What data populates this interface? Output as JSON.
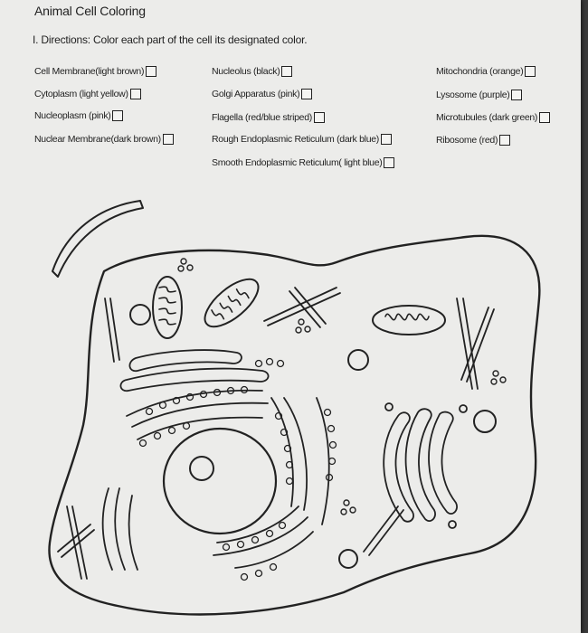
{
  "worksheet": {
    "title": "Animal Cell Coloring",
    "directions": "I. Directions: Color each part of the cell its designated color.",
    "items": [
      {
        "label": "Cell Membrane(light brown)"
      },
      {
        "label": "Cytoplasm (light yellow)"
      },
      {
        "label": "Nucleoplasm (pink)"
      },
      {
        "label": "Nuclear Membrane(dark brown)"
      },
      {
        "label": "Nucleolus (black)"
      },
      {
        "label": "Golgi Apparatus (pink)"
      },
      {
        "label": "Flagella (red/blue striped)"
      },
      {
        "label": "Rough Endoplasmic Reticulum (dark blue)"
      },
      {
        "label": "Smooth Endoplasmic Reticulum( light blue)"
      },
      {
        "label": "Mitochondria (orange)"
      },
      {
        "label": "Lysosome (purple)"
      },
      {
        "label": "Microtubules (dark green)"
      },
      {
        "label": "Ribosome (red)"
      }
    ]
  },
  "colors": {
    "ink": "#222222",
    "paper": "#ececea"
  }
}
